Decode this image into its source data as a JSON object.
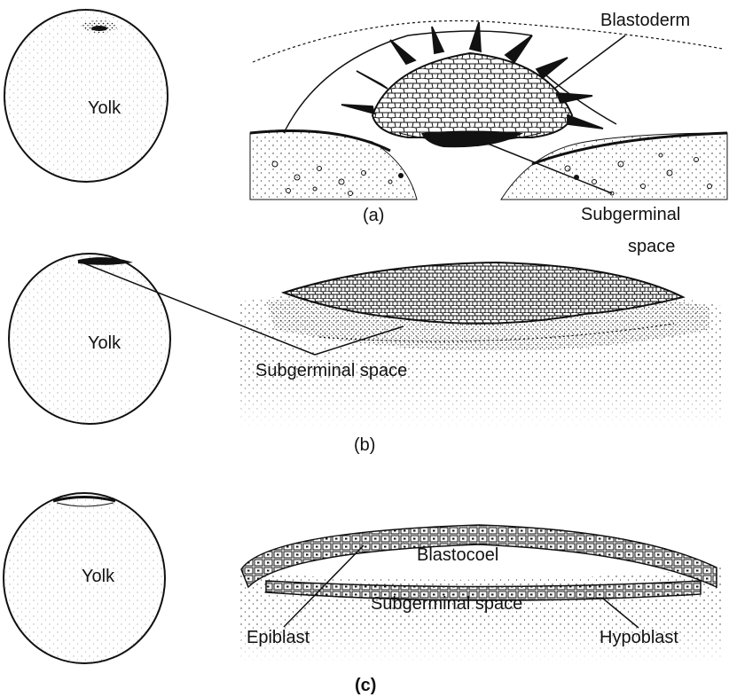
{
  "panels": [
    {
      "id": "a",
      "caption": "(a)",
      "yolk_label": "Yolk",
      "labels": {
        "blastoderm": "Blastoderm",
        "subgerminal_line1": "Subgerminal",
        "subgerminal_line2": "space"
      }
    },
    {
      "id": "b",
      "caption": "(b)",
      "yolk_label": "Yolk",
      "labels": {
        "subgerminal": "Subgerminal space"
      }
    },
    {
      "id": "c",
      "caption": "(c)",
      "yolk_label": "Yolk",
      "labels": {
        "blastocoel": "Blastocoel",
        "subgerminal": "Subgerminal space",
        "epiblast": "Epiblast",
        "hypoblast": "Hypoblast"
      }
    }
  ],
  "colors": {
    "ink": "#111111",
    "background": "#ffffff"
  }
}
